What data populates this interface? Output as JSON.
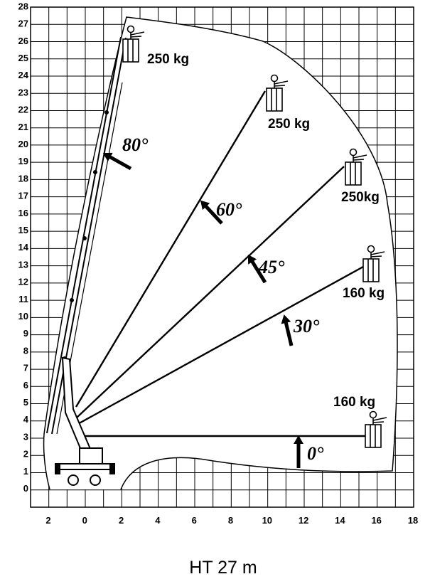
{
  "title": "HT 27 m",
  "y_ticks": [
    "0",
    "1",
    "2",
    "3",
    "4",
    "5",
    "6",
    "7",
    "8",
    "9",
    "10",
    "11",
    "12",
    "13",
    "14",
    "15",
    "16",
    "17",
    "18",
    "19",
    "20",
    "21",
    "22",
    "23",
    "24",
    "25",
    "26",
    "27",
    "28"
  ],
  "x_ticks": [
    "2",
    "0",
    "2",
    "4",
    "6",
    "8",
    "10",
    "12",
    "14",
    "16",
    "18"
  ],
  "booms": [
    {
      "angle_label": "80°",
      "load_label": "250 kg"
    },
    {
      "angle_label": "60°",
      "load_label": "250 kg"
    },
    {
      "angle_label": "45°",
      "load_label": "250kg"
    },
    {
      "angle_label": "30°",
      "load_label": "160 kg"
    },
    {
      "angle_label": "0°",
      "load_label": "160 kg"
    }
  ]
}
